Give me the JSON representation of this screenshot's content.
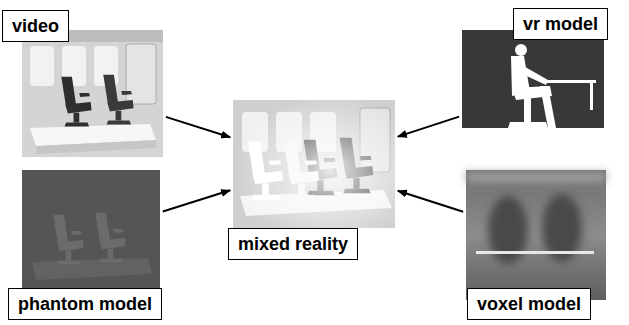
{
  "diagram": {
    "nodes": [
      {
        "text": [
          "video"
        ]
      },
      {
        "text": [
          "vr model"
        ]
      },
      {
        "text": [
          "mixed reality"
        ]
      },
      {
        "text": [
          "phantom model"
        ]
      },
      {
        "text": [
          "voxel model"
        ]
      }
    ],
    "edges": [
      {
        "from": 0,
        "to": 2,
        "arrow": "to"
      },
      {
        "from": 1,
        "to": 2,
        "arrow": "to"
      },
      {
        "from": 3,
        "to": 2,
        "arrow": "to"
      },
      {
        "from": 4,
        "to": 2,
        "arrow": "to"
      }
    ]
  }
}
